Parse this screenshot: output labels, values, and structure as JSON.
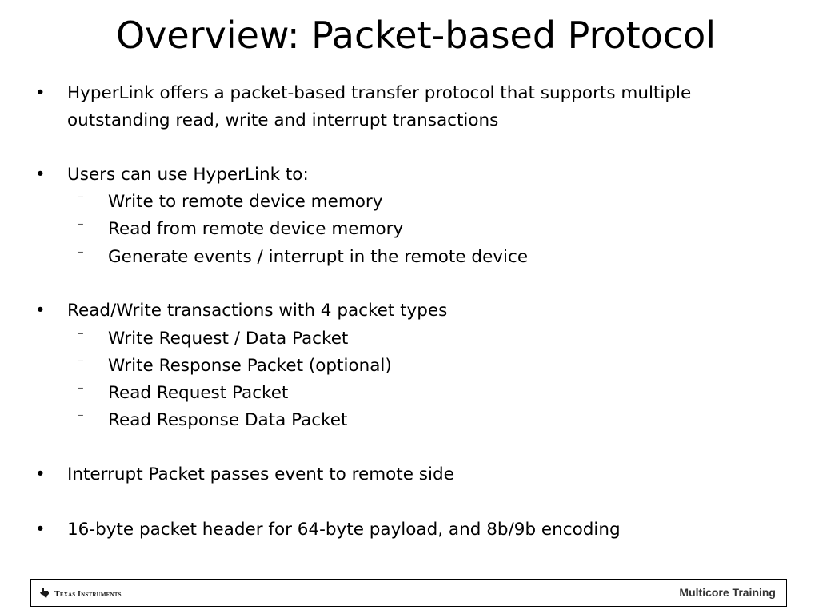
{
  "slide": {
    "title": "Overview: Packet-based Protocol",
    "bullet_symbol": "•",
    "dash_symbol": "⁻",
    "lines": [
      "HyperLink offers a packet-based transfer protocol that supports multiple",
      "outstanding read, write and interrupt transactions",
      "Users can use HyperLink to:",
      "Write to remote device memory",
      "Read from remote device memory",
      "Generate events / interrupt in the remote device",
      "Read/Write transactions with 4 packet types",
      "Write Request / Data Packet",
      "Write Response Packet (optional)",
      "Read Request Packet",
      "Read Response Data Packet",
      "Interrupt Packet passes event to remote side",
      "16-byte packet header for 64-byte payload, and 8b/9b encoding"
    ]
  },
  "footer": {
    "logo_text": "Texas Instruments",
    "logo_icon": "texas-state-icon",
    "right_text": "Multicore Training"
  }
}
